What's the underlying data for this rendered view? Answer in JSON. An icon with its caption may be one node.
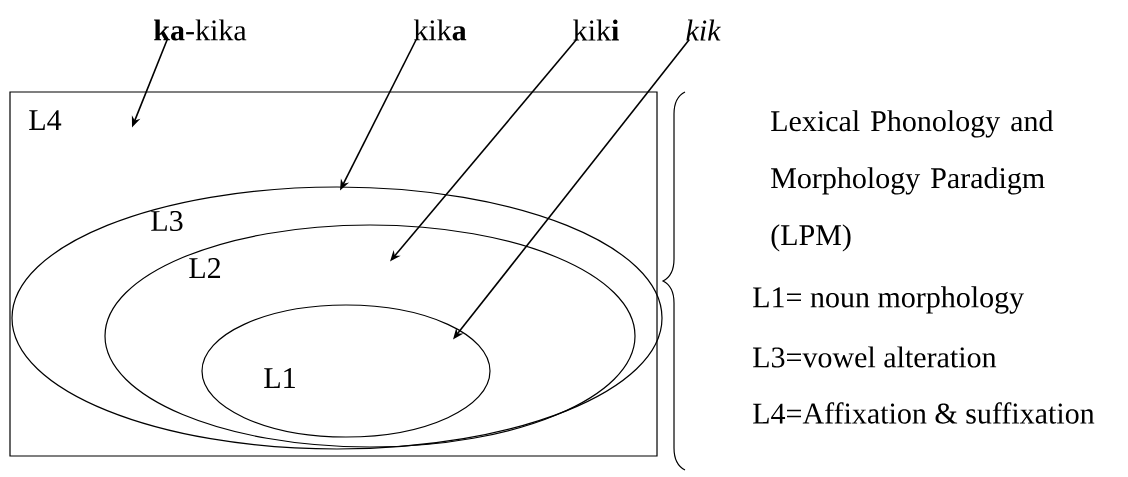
{
  "diagram": {
    "nodes": [
      {
        "text": [
          "L4"
        ]
      },
      {
        "text": [
          "L3"
        ],
        "in": 0
      },
      {
        "text": [
          "L2"
        ],
        "in": 1
      },
      {
        "text": [
          "L1"
        ],
        "in": 2
      },
      {
        "text": [
          "**ka**-kika"
        ]
      },
      {
        "text": [
          "kik**a**"
        ]
      },
      {
        "text": [
          "kik**i**"
        ]
      },
      {
        "text": [
          "kik"
        ]
      }
    ],
    "edges": [
      {
        "from": 4,
        "to": 0,
        "arrow": "to"
      },
      {
        "from": 5,
        "to": 1,
        "arrow": "to"
      },
      {
        "from": 6,
        "to": 2,
        "arrow": "to"
      },
      {
        "from": 7,
        "to": 3,
        "arrow": "to"
      }
    ],
    "labels": [
      "Lexical Phonology and Morphology Paradigm (LPM)",
      "L1= noun morphology",
      "L3=vowel alteration",
      "L4=Affixation & suffixation"
    ]
  }
}
